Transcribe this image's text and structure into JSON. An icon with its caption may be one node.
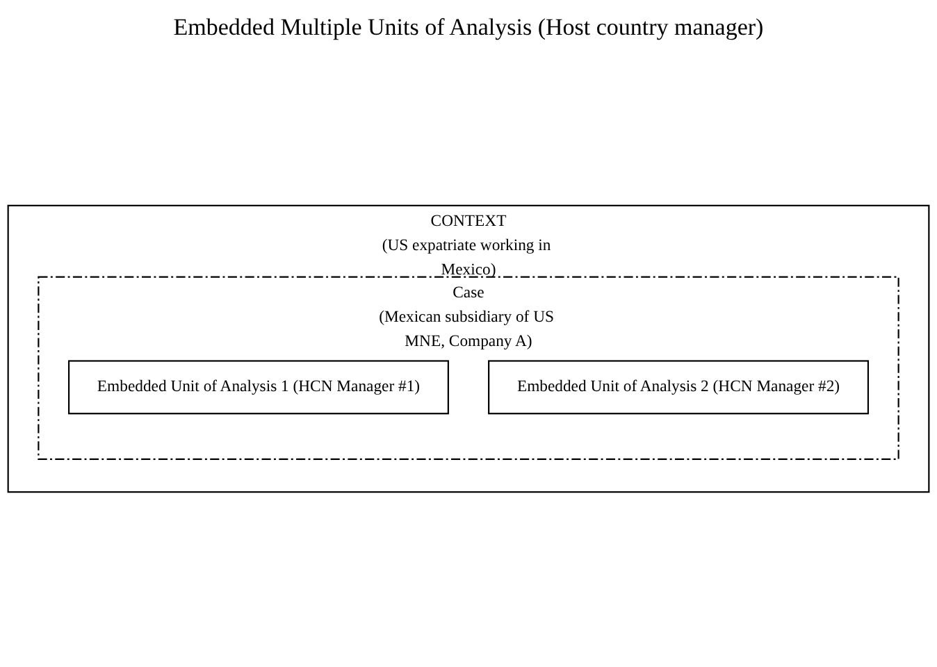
{
  "diagram": {
    "title": "Embedded Multiple Units of Analysis (Host country manager)",
    "nodes": [
      {
        "text": [
          "CONTEXT",
          "(US expatriate working in Mexico)"
        ]
      },
      {
        "text": [
          "Case",
          "(Mexican subsidiary of US MNE, Company A)"
        ],
        "in": 0
      },
      {
        "text": [
          "Embedded Unit of Analysis 1 (HCN Manager #1)"
        ],
        "in": 1
      },
      {
        "text": [
          "Embedded Unit of Analysis 2 (HCN Manager #2)"
        ],
        "in": 1
      }
    ]
  }
}
